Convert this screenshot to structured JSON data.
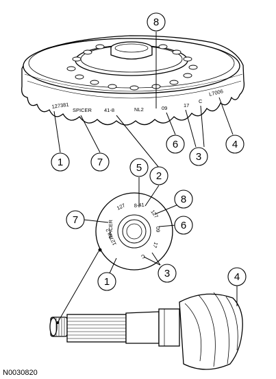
{
  "figure_id": "N0030820",
  "ring_gear_markings": {
    "part_number": "127381",
    "maker": "SPICER",
    "tooth_ratio": "41-8",
    "match_code": "NL2",
    "date_code": "09",
    "shift_number": "17",
    "plant": "C",
    "backlash": "L7006"
  },
  "pinion_markings": {
    "part_number": "127",
    "tooth_ratio": "8-41",
    "right_number": "127",
    "date_code": "09",
    "shift_number": "17",
    "plant": "C",
    "lower_code": "127NL2",
    "maker": "SPICER"
  },
  "callouts": {
    "c1": "1",
    "c2": "2",
    "c3": "3",
    "c4": "4",
    "c5": "5",
    "c6": "6",
    "c7": "7",
    "c8": "8",
    "c1b": "1",
    "c3b": "3",
    "c4b": "4",
    "c6b": "6",
    "c7b": "7",
    "c8b": "8"
  }
}
